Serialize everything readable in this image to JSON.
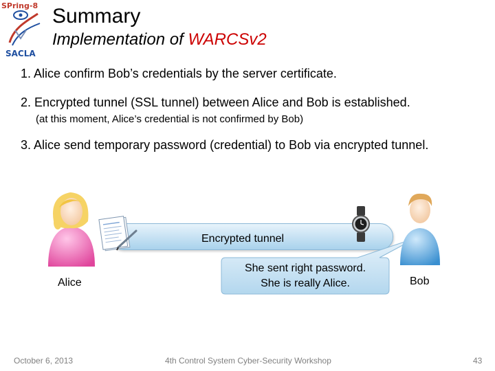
{
  "logo": {
    "top_text": "SPring-8",
    "bottom_text": "SACLA"
  },
  "slide": {
    "title": "Summary",
    "subtitle_prefix": "Implementation of ",
    "subtitle_highlight": "WARCSv2",
    "points": [
      "1. Alice confirm Bob’s credentials by the server certificate.",
      "2. Encrypted tunnel (SSL tunnel) between Alice and Bob is established.",
      "3. Alice send temporary password (credential) to Bob via encrypted tunnel."
    ],
    "point2_note": "(at this moment, Alice’s credential is not confirmed by Bob)"
  },
  "diagram": {
    "tunnel_label": "Encrypted tunnel",
    "callout_line1": "She sent right password.",
    "callout_line2": "She is really Alice.",
    "alice_label": "Alice",
    "bob_label": "Bob"
  },
  "footer": {
    "date": "October 6, 2013",
    "event": "4th Control System Cyber-Security Workshop",
    "page": "43"
  },
  "colors": {
    "highlight": "#cc0000",
    "tunnel": "#a9d2ec",
    "footer_text": "#808080"
  }
}
